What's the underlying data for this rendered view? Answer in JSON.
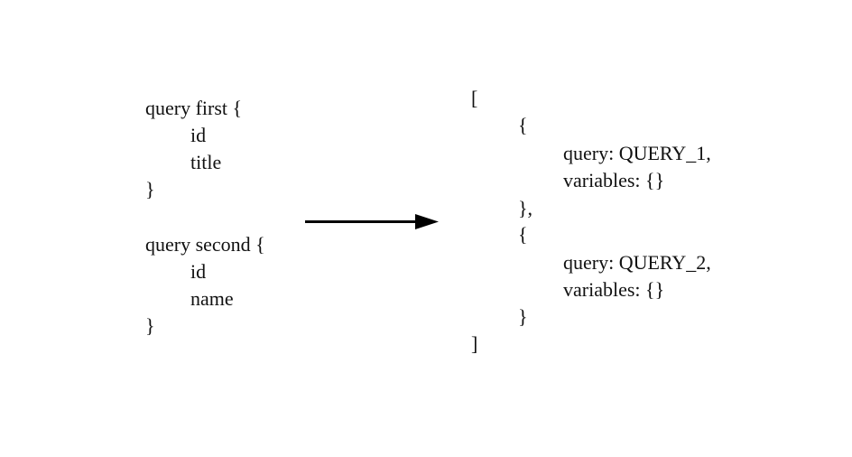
{
  "left_block": {
    "lines": [
      "query first {",
      "id",
      "title",
      "}",
      "query second {",
      "id",
      "name",
      "}"
    ]
  },
  "right_block": {
    "lines": [
      "[",
      "{",
      "query: QUERY_1,",
      "variables: {}",
      "},",
      "{",
      "query: QUERY_2,",
      "variables: {}",
      "}",
      "]"
    ]
  },
  "colors": {
    "text": "#111111",
    "arrow": "#000000",
    "background": "#ffffff"
  },
  "icons": {
    "arrow": "right-arrow-icon"
  }
}
